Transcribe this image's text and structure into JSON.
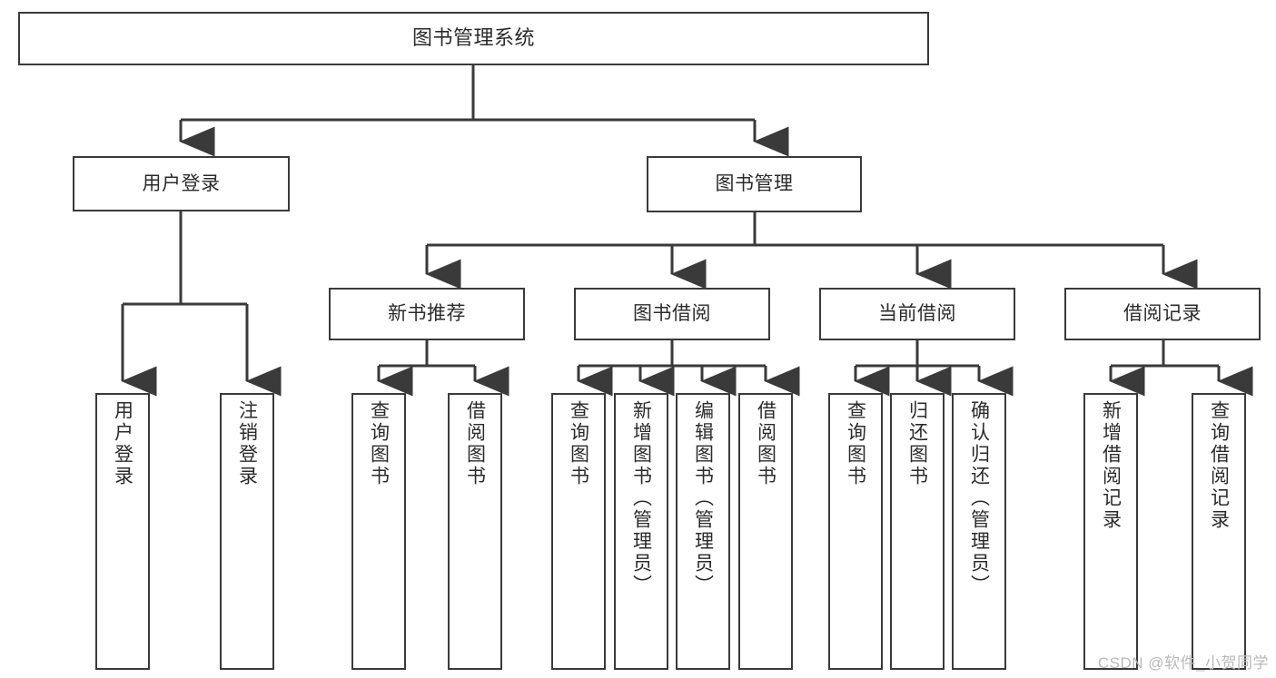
{
  "diagram": {
    "title": "图书管理系统",
    "type": "tree-hierarchy",
    "watermark": "CSDN @软件_小贺同学",
    "colors": {
      "stroke": "#3a3a3a",
      "fill": "#ffffff",
      "text": "#2b2b2b",
      "watermark": "#b9b9b9"
    }
  },
  "nodes": {
    "root": {
      "label": "图书管理系统"
    },
    "level2": [
      {
        "label": "用户登录"
      },
      {
        "label": "图书管理"
      }
    ],
    "level3": [
      {
        "label": "新书推荐"
      },
      {
        "label": "图书借阅"
      },
      {
        "label": "当前借阅"
      },
      {
        "label": "借阅记录"
      }
    ],
    "leaves_user_login": [
      {
        "label": "用户登录"
      },
      {
        "label": "注销登录"
      }
    ],
    "leaves_new_books": [
      {
        "label": "查询图书"
      },
      {
        "label": "借阅图书"
      }
    ],
    "leaves_borrow": [
      {
        "label": "查询图书"
      },
      {
        "label": "新增图书（管理员）"
      },
      {
        "label": "编辑图书（管理员）"
      },
      {
        "label": "借阅图书"
      }
    ],
    "leaves_current": [
      {
        "label": "查询图书"
      },
      {
        "label": "归还图书"
      },
      {
        "label": "确认归还（管理员）"
      }
    ],
    "leaves_records": [
      {
        "label": "新增借阅记录"
      },
      {
        "label": "查询借阅记录"
      }
    ]
  }
}
